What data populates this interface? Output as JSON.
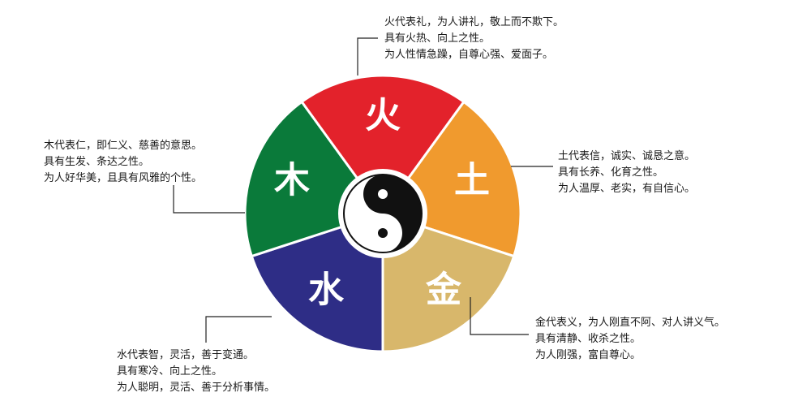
{
  "elements": {
    "fire": {
      "glyph": "火",
      "color": "#e3222b"
    },
    "earth": {
      "glyph": "土",
      "color": "#f09a2e"
    },
    "metal": {
      "glyph": "金",
      "color": "#d8b76b"
    },
    "water": {
      "glyph": "水",
      "color": "#2e2d86"
    },
    "wood": {
      "glyph": "木",
      "color": "#0a7a3a"
    }
  },
  "notes": {
    "fire": [
      "火代表礼，为人讲礼，敬上而不欺下。",
      "具有火热、向上之性。",
      "为人性情急躁，自尊心强、爱面子。"
    ],
    "wood": [
      "木代表仁，即仁义、慈善的意思。",
      "具有生发、条达之性。",
      "为人好华美，且具有风雅的个性。"
    ],
    "earth": [
      "土代表信，诚实、诚恳之意。",
      "具有长养、化育之性。",
      "为人温厚、老实，有自信心。"
    ],
    "metal": [
      "金代表义，为人刚直不阿、对人讲义气。",
      "具有清静、收杀之性。",
      "为人刚强，富自尊心。"
    ],
    "water": [
      "水代表智，灵活，善于变通。",
      "具有寒冷、向上之性。",
      "为人聪明，灵活、善于分析事情。"
    ]
  }
}
